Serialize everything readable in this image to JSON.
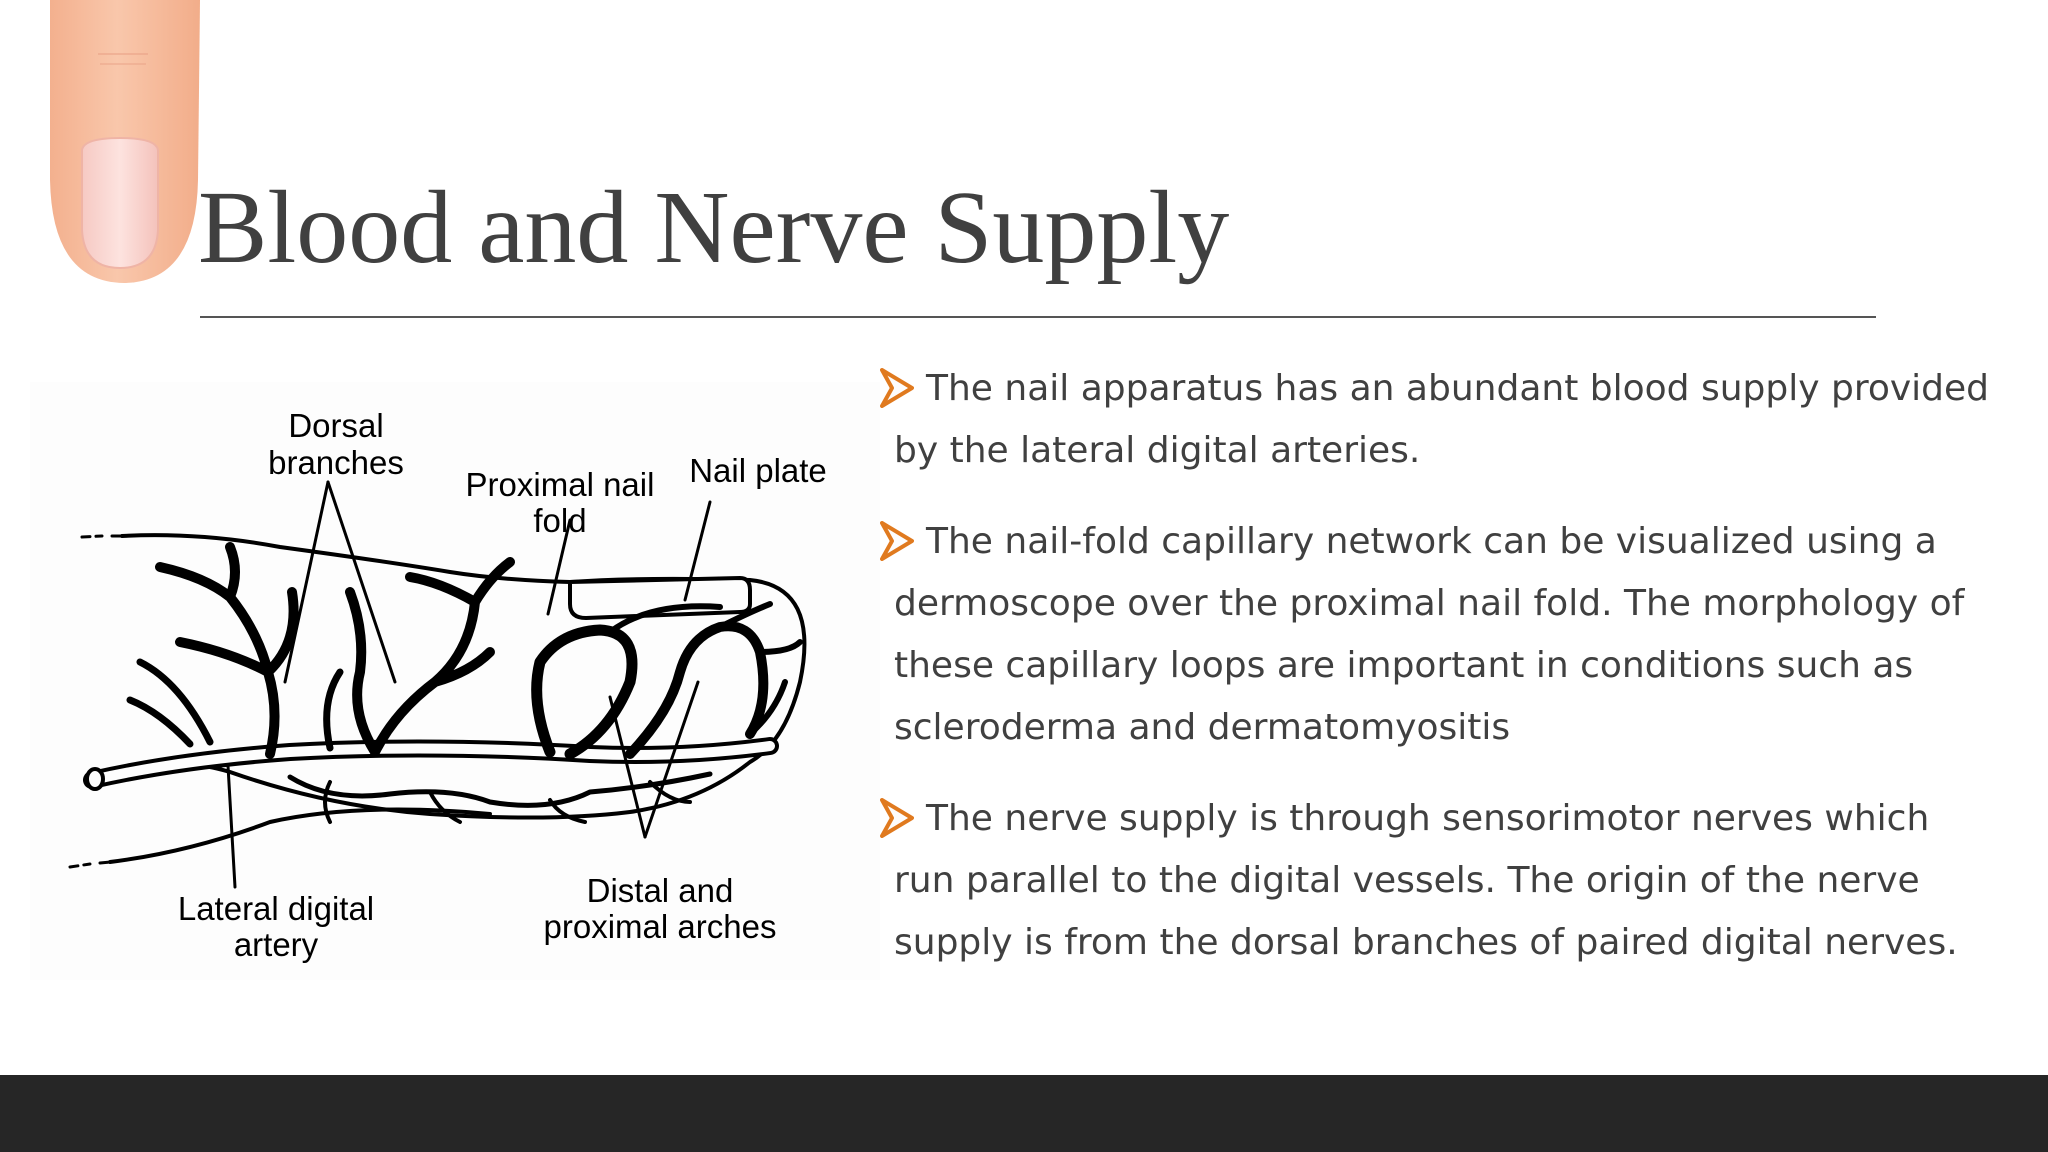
{
  "slide": {
    "title": "Blood and Nerve Supply",
    "accent_color": "#e07a1f",
    "footer_color": "#262626"
  },
  "figure": {
    "icon": "finger-nail-icon",
    "labels": {
      "dorsal_branches_1": "Dorsal",
      "dorsal_branches_2": "branches",
      "proximal_nail_fold_1": "Proximal nail",
      "proximal_nail_fold_2": "fold",
      "nail_plate": "Nail plate",
      "lateral_digital_artery_1": "Lateral digital",
      "lateral_digital_artery_2": "artery",
      "distal_proximal_arches_1": "Distal and",
      "distal_proximal_arches_2": "proximal arches"
    }
  },
  "bullets": [
    {
      "icon": "arrow-bullet-icon",
      "text": "The nail apparatus has an abundant blood supply provided by the lateral digital arteries."
    },
    {
      "icon": "arrow-bullet-icon",
      "text": "The nail-fold capillary network can be visualized using a dermoscope over the proximal nail fold. The morphology of these capillary loops are important in conditions such as scleroderma and dermatomyositis"
    },
    {
      "icon": "arrow-bullet-icon",
      "text": "The nerve supply is through sensorimotor nerves which run parallel to the digital vessels. The origin of the nerve supply is from the dorsal branches of paired digital nerves."
    }
  ]
}
